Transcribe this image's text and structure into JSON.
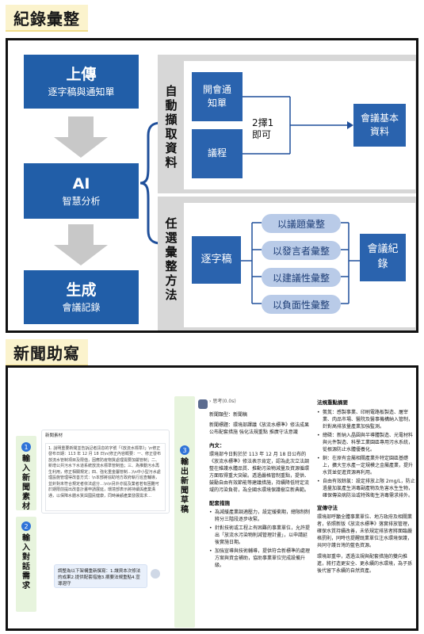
{
  "sections": {
    "record_title": "紀錄彙整",
    "news_title": "新聞助寫"
  },
  "diagram": {
    "upload": {
      "title": "上傳",
      "subtitle": "逐字稿與通知單"
    },
    "ai": {
      "title": "AI",
      "subtitle": "智慧分析"
    },
    "generate": {
      "title": "生成",
      "subtitle": "會議記錄"
    },
    "auto_label": "自動擷取資料",
    "optional_label": "任選彙整方法",
    "meeting_notice": "開會通知單",
    "agenda": "議程",
    "choose_one": "2擇1\n即可",
    "meeting_basic": "會議基本資料",
    "transcript": "逐字稿",
    "pills": [
      "以議題彙整",
      "以發言者彙整",
      "以建議性彙整",
      "以負面性彙整"
    ],
    "meeting_record": "會議紀錄"
  },
  "news": {
    "steps": [
      {
        "num": "1",
        "label": "輸入新聞素材"
      },
      {
        "num": "2",
        "label": "輸入對話需求"
      },
      {
        "num": "3",
        "label": "輸出新聞草稿"
      }
    ],
    "material_header": "新聞素材",
    "material_body": "1. 說明重要新聞並告訴記者訊息的字號「《放流水標準》」\\n修正發布日期：113 年 12 月 18 日\\n(修正內容概要：一、修正發布放流水管制項目及限值，因應防疫物質處理需要加嚴管制；二、新增公共污水下水道系統放流水標準管制值；三、為推動污水再生利用，修正相關規定；四、強化重金屬管制…)\\n中小型污水處理設施管理得改善方式：\\n本部將協助地方政府執行巡查輔導，並針對未符合規定者依法處分…\\n\\n另外亦提及業者若有困難可於期限前提出改善計畫申請展延，環境部表示將持續與產業溝通，以保障水體水質與國民健康，同時兼顧產業發展需求…",
    "request_text": "調整為以下架構重新撰寫：1.讓資本次修法的成果2.提供配套措施3.摘要法規重點4.宣導週守",
    "output": {
      "thinking": "思考(0.0s)",
      "type_label": "新聞類型：新聞稿",
      "headline": "新聞標題：環境部譯議《放流水標準》修法成果　公布配套措施 強化法規重點 推廣守法意識",
      "content_label": "內文：",
      "content_para": "環境部今日對於於 113 年 12 月 18 日公布的《放流水標準》修法表示肯定，認為此次立法調整在維護水體品質、推動污染物減量及資源循環方面取得重大突破。透過嚴格管制重點，提供、鼓勵自由有效節能等建議措施，持續降低特定流域的污染負荷，為全國水環境保護樹立新典範。",
      "support_label": "配套措施",
      "support_items": [
        "為減緩產業調適壓力，設定緩衝期，總限制制將分三階段逐步收緊。",
        "針對技術或工程上有困難的事業單位，允許提出「放流水污染物削減管理計畫」，以申請延後實施日期。",
        "加強宣導與技術輔導，提供符合新標準的處理方案與資金補助，協助事業單位完成設備升級。"
      ],
      "law_label": "法規重點摘要",
      "law_items": [
        "氨氮：感製事業、印刷電路板製造、屠宰業、肉品市場、醫院及醫事機構納入管制，針對高排放量產業加強監測。",
        "總磷：新納入晶圓與半導體製造、光電材料與元件製造、科學工業園區專用污水系統，從根源防止水體優養化。",
        "銅：在原有金屬相關產業外特定園區基礎上，擴大至水產一定規模之金屬產業，提升水質並促進資源再利用。",
        "自由有效餘氯：設定排放上限 2mg/L，防止過量加氯產生消毒副產物及危害水生生物，確保傳染病防治或特殊衛生消毒需求排外。"
      ],
      "promo_label": "宣傳守法",
      "promo_para1": "環境部呼籲全體事業單位、地方政府及相關業者，依照新版《放流水標準》落實排放管理，確保水質持續改善，未依規定排放者將面臨嚴格罰則，同時也提醒既業單位注水環境保護，共同守護台灣的藍色資源。",
      "promo_para2": "環境部重申，透過法規與配套措施的雙向推進，將打造更安全、更永續的水環境，為子孫後代留下永續的自然資產。"
    }
  },
  "colors": {
    "dark_blue": "#215ea8",
    "light_blue": "#b9cbe8",
    "gray_panel": "#d7d7d7",
    "title_bg": "#fbf3cd",
    "step_bg": "#e7f4dd"
  }
}
